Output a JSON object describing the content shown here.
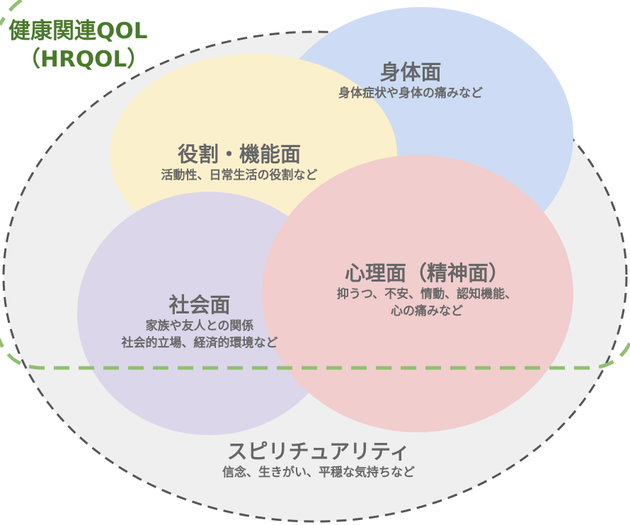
{
  "title": {
    "line1": "健康関連QOL",
    "line2": "（HRQOL）"
  },
  "areas": {
    "physical": {
      "heading": "身体面",
      "desc": "身体症状や身体の痛みなど"
    },
    "role": {
      "heading": "役割・機能面",
      "desc": "活動性、日常生活の役割など"
    },
    "social": {
      "heading": "社会面",
      "desc1": "家族や友人との関係",
      "desc2": "社会的立場、経済的環境など"
    },
    "mental": {
      "heading": "心理面（精神面）",
      "desc1": "抑うつ、不安、情動、認知機能、",
      "desc2": "心の痛みなど"
    },
    "spiritual": {
      "heading": "スピリチュアリティ",
      "desc": "信念、生きがい、平穏な気持ちなど"
    }
  },
  "colors": {
    "physical": "#cddcf4",
    "role": "#fbf0cc",
    "social": "#dcd6ea",
    "mental": "#f1cdcd",
    "outer": "#efefef",
    "green": "#8fc070",
    "title": "#4a7a2c"
  }
}
